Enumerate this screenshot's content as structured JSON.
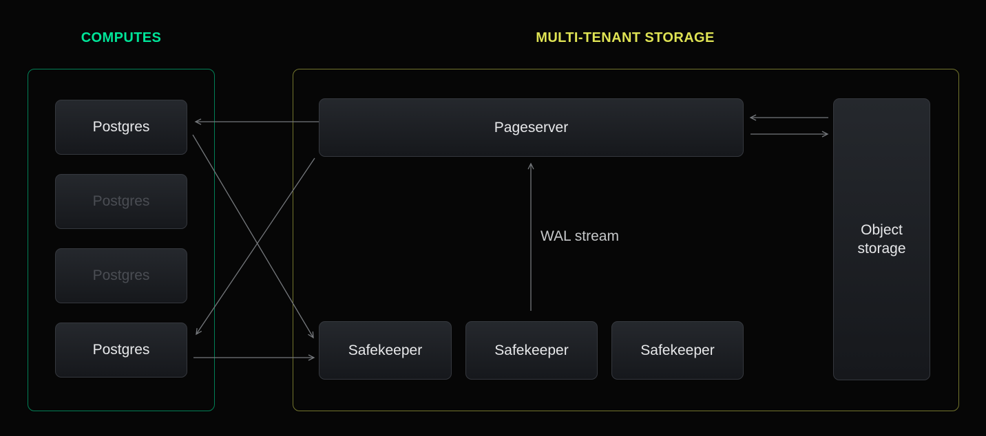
{
  "diagram": {
    "computes": {
      "title": "COMPUTES",
      "accent_color": "#00e599",
      "nodes": [
        {
          "label": "Postgres",
          "state": "active"
        },
        {
          "label": "Postgres",
          "state": "inactive"
        },
        {
          "label": "Postgres",
          "state": "inactive"
        },
        {
          "label": "Postgres",
          "state": "active"
        }
      ]
    },
    "storage": {
      "title": "MULTI-TENANT STORAGE",
      "accent_color": "#dfe354",
      "pageserver": {
        "label": "Pageserver"
      },
      "safekeepers": [
        {
          "label": "Safekeeper"
        },
        {
          "label": "Safekeeper"
        },
        {
          "label": "Safekeeper"
        }
      ],
      "object_storage": {
        "label": "Object storage"
      },
      "wal_label": "WAL stream"
    },
    "arrow_color": "#75787c",
    "connections": [
      {
        "from": "pageserver",
        "to": "postgres-1"
      },
      {
        "from": "pageserver",
        "to": "postgres-4"
      },
      {
        "from": "postgres-1",
        "to": "safekeeper-1"
      },
      {
        "from": "postgres-4",
        "to": "safekeeper-1"
      },
      {
        "from": "safekeepers",
        "to": "pageserver",
        "label": "WAL stream"
      },
      {
        "from": "object-storage",
        "to": "pageserver"
      },
      {
        "from": "pageserver",
        "to": "object-storage"
      }
    ]
  }
}
